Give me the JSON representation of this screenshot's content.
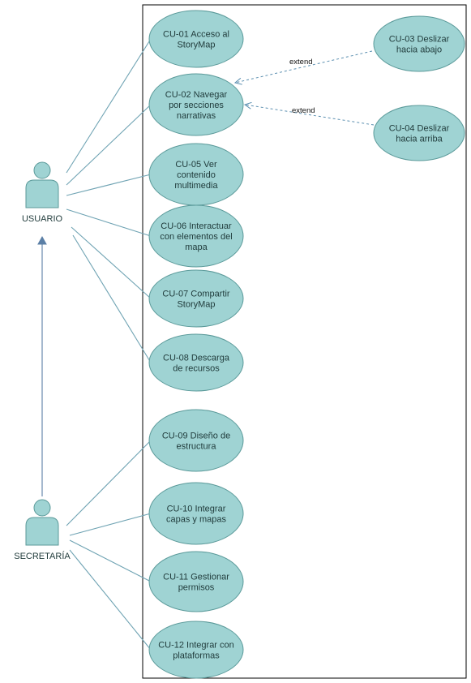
{
  "diagram": {
    "actors": [
      {
        "id": "usuario",
        "label": "USUARIO"
      },
      {
        "id": "secretaria",
        "label": "SECRETARÍA"
      }
    ],
    "use_cases": [
      {
        "id": "cu01",
        "lines": [
          "CU-01 Acceso al",
          "StoryMap"
        ]
      },
      {
        "id": "cu02",
        "lines": [
          "CU-02 Navegar",
          "por secciones",
          "narrativas"
        ]
      },
      {
        "id": "cu03",
        "lines": [
          "CU-03 Deslizar",
          "hacia abajo"
        ]
      },
      {
        "id": "cu04",
        "lines": [
          "CU-04 Deslizar",
          "hacia arriba"
        ]
      },
      {
        "id": "cu05",
        "lines": [
          "CU-05 Ver",
          "contenido",
          "multimedia"
        ]
      },
      {
        "id": "cu06",
        "lines": [
          "CU-06 Interactuar",
          "con elementos del",
          "mapa"
        ]
      },
      {
        "id": "cu07",
        "lines": [
          "CU-07 Compartir",
          "StoryMap"
        ]
      },
      {
        "id": "cu08",
        "lines": [
          "CU-08 Descarga",
          "de recursos"
        ]
      },
      {
        "id": "cu09",
        "lines": [
          "CU-09 Diseño de",
          "estructura"
        ]
      },
      {
        "id": "cu10",
        "lines": [
          "CU-10 Integrar",
          "capas y mapas"
        ]
      },
      {
        "id": "cu11",
        "lines": [
          "CU-11 Gestionar",
          "permisos"
        ]
      },
      {
        "id": "cu12",
        "lines": [
          "CU-12 Integrar con",
          "plataformas"
        ]
      }
    ],
    "relations": [
      {
        "from": "cu03",
        "to": "cu02",
        "label": "extend"
      },
      {
        "from": "cu04",
        "to": "cu02",
        "label": "extend"
      }
    ],
    "associations": [
      {
        "actor": "usuario",
        "use_case": "cu01"
      },
      {
        "actor": "usuario",
        "use_case": "cu02"
      },
      {
        "actor": "usuario",
        "use_case": "cu05"
      },
      {
        "actor": "usuario",
        "use_case": "cu06"
      },
      {
        "actor": "usuario",
        "use_case": "cu07"
      },
      {
        "actor": "usuario",
        "use_case": "cu08"
      },
      {
        "actor": "secretaria",
        "use_case": "cu09"
      },
      {
        "actor": "secretaria",
        "use_case": "cu10"
      },
      {
        "actor": "secretaria",
        "use_case": "cu11"
      },
      {
        "actor": "secretaria",
        "use_case": "cu12"
      }
    ],
    "generalization": {
      "from": "secretaria",
      "to": "usuario"
    },
    "colors": {
      "usecase_fill": "#9fd3d3",
      "usecase_stroke": "#5b9a9a",
      "actor_fill": "#9fd3d3",
      "actor_stroke": "#5b9a9a",
      "assoc_line": "#6fa3b3",
      "extend_line": "#5b8fb0",
      "boundary": "#000000"
    }
  }
}
